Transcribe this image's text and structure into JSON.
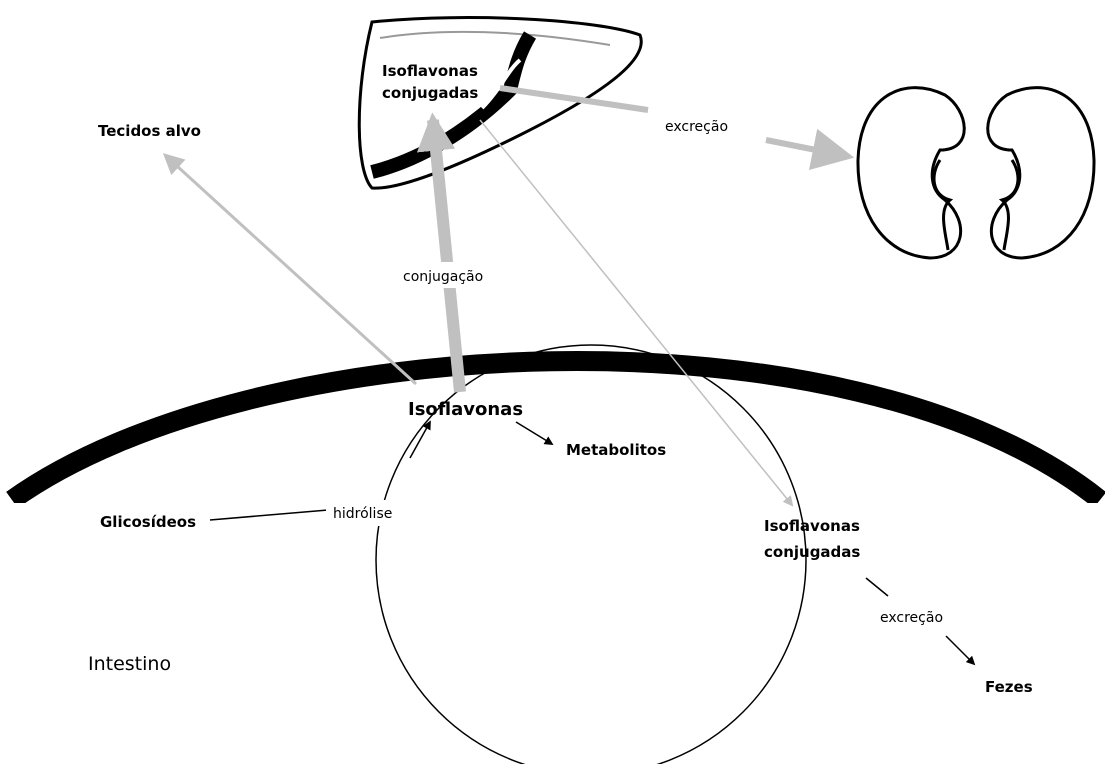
{
  "labels": {
    "liver_isoflavonas": "Isoflavonas",
    "liver_conjugadas": "conjugadas",
    "tecidos_alvo": "Tecidos alvo",
    "excrecao_top": "excreção",
    "conjugacao": "conjugação",
    "isoflavonas_center": "Isoflavonas",
    "metabolitos": "Metabolitos",
    "glicosideos": "Glicosídeos",
    "hidrolise": "hidrólise",
    "iso_conj_right_1": "Isoflavonas",
    "iso_conj_right_2": "conjugadas",
    "excrecao_bottom": "excreção",
    "fezes": "Fezes",
    "intestino": "Intestino"
  },
  "colors": {
    "arrow_gray": "#c0c0c0",
    "arrow_black": "#000000",
    "outline": "#000000"
  },
  "icons": [
    "liver-icon",
    "left-kidney-icon",
    "right-kidney-icon"
  ]
}
